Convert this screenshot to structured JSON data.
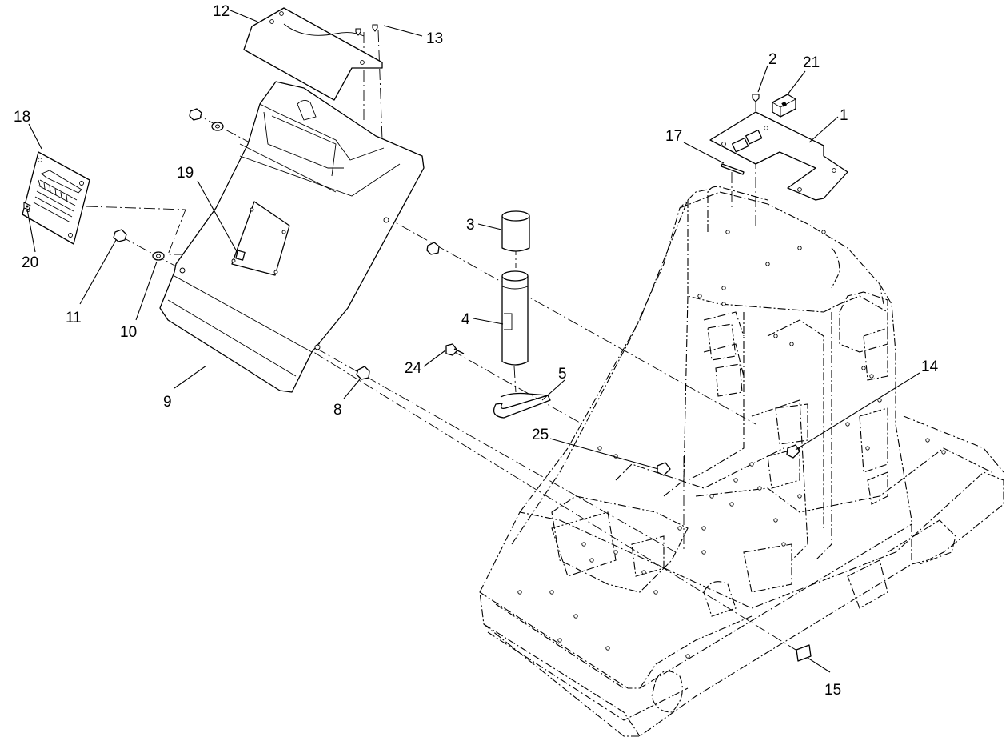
{
  "callouts": {
    "c1": "1",
    "c2": "2",
    "c3": "3",
    "c4": "4",
    "c5": "5",
    "c8": "8",
    "c9": "9",
    "c10": "10",
    "c11": "11",
    "c12": "12",
    "c13": "13",
    "c14": "14",
    "c15": "15",
    "c17": "17",
    "c18": "18",
    "c19": "19",
    "c20": "20",
    "c21": "21",
    "c24": "24",
    "c25": "25"
  }
}
